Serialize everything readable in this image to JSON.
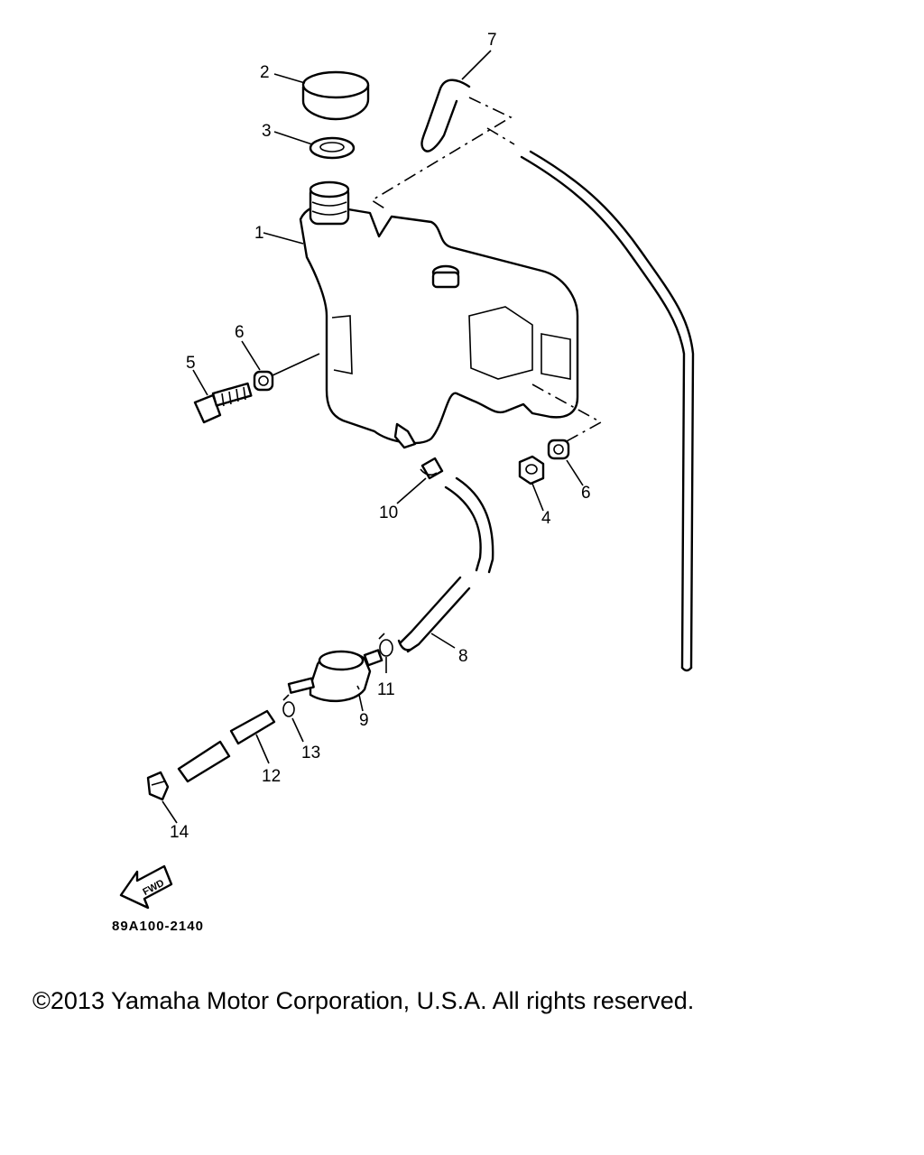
{
  "callouts": {
    "c1": "1",
    "c2": "2",
    "c3": "3",
    "c4": "4",
    "c5": "5",
    "c6a": "6",
    "c6b": "6",
    "c7": "7",
    "c8": "8",
    "c9": "9",
    "c10": "10",
    "c11": "11",
    "c12": "12",
    "c13": "13",
    "c14": "14"
  },
  "fwd_label": "FWD",
  "part_code": "89A100-2140",
  "copyright": "©2013 Yamaha Motor Corporation, U.S.A. All rights reserved."
}
